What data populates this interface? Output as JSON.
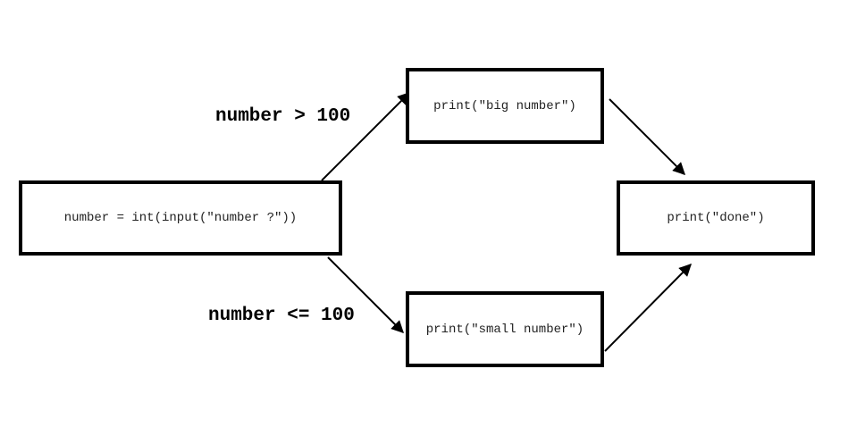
{
  "nodes": {
    "input": "number = int(input(\"number ?\"))",
    "big": "print(\"big number\")",
    "small": "print(\"small number\")",
    "done": "print(\"done\")"
  },
  "edges": {
    "gt_label": "number > 100",
    "le_label": "number <= 100"
  },
  "colors": {
    "stroke": "#000000",
    "background": "#ffffff"
  }
}
